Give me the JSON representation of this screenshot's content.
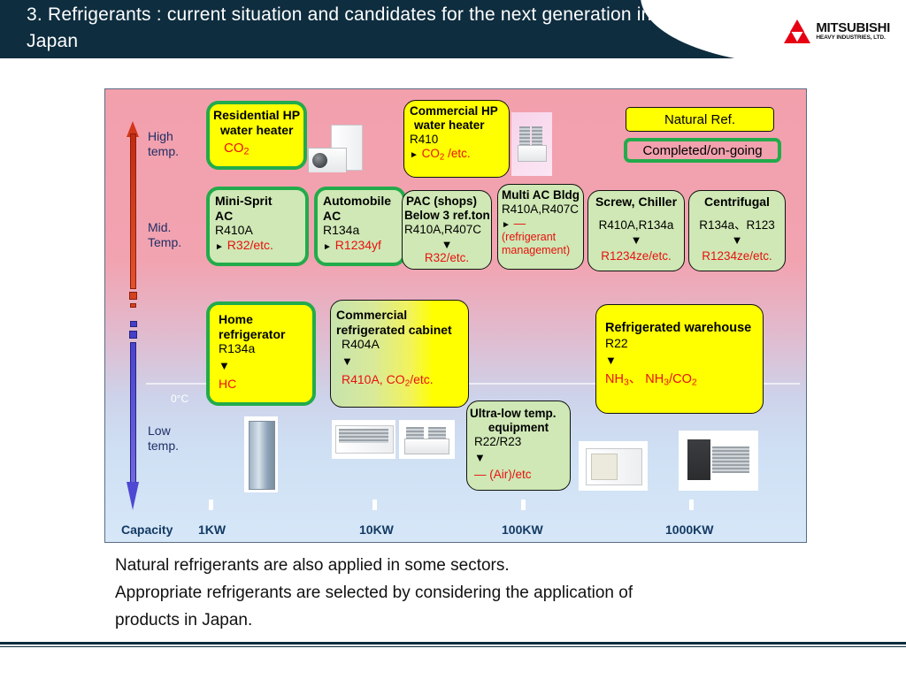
{
  "header": {
    "title": "3. Refrigerants : current situation and candidates for the next\n   generation in Japan",
    "logo_name": "MITSUBISHI",
    "logo_sub": "HEAVY INDUSTRIES, LTD."
  },
  "axes": {
    "high_temp": "High\ntemp.",
    "mid_temp": "Mid.\nTemp.",
    "low_temp": "Low\ntemp.",
    "zero_c": "0°C",
    "capacity_title": "Capacity",
    "capacity_ticks": [
      "1KW",
      "10KW",
      "100KW",
      "1000KW"
    ]
  },
  "legend": {
    "natural_ref": "Natural Ref.",
    "completed": "Completed/on-going"
  },
  "boxes": [
    {
      "id": "residential-hp",
      "title": "Residential HP",
      "title2": "water heater",
      "current": "",
      "future": "CO2",
      "style": "yellow-green"
    },
    {
      "id": "commercial-hp",
      "title": "Commercial HP",
      "title2": "water heater",
      "current": "R410",
      "future": "CO2 /etc.",
      "style": "yellow-black"
    },
    {
      "id": "mini-split-ac",
      "title": "Mini-Sprit",
      "title2": "AC",
      "current": "R410A",
      "future": "R32/etc.",
      "style": "green-green"
    },
    {
      "id": "automobile-ac",
      "title": "Automobile",
      "title2": "AC",
      "current": "R134a",
      "future": "R1234yf",
      "style": "green-green"
    },
    {
      "id": "pac-shops",
      "title": "PAC (shops)",
      "title2": "Below 3 ref.ton",
      "current": "R410A,R407C",
      "future": "R32/etc.",
      "style": "green-black"
    },
    {
      "id": "multi-ac-bldg",
      "title": "Multi AC Bldg",
      "title2": "",
      "current": "R410A,R407C",
      "future": "—",
      "note1": "(refrigerant",
      "note2": "management)",
      "style": "green-black"
    },
    {
      "id": "screw-chiller",
      "title": "Screw, Chiller",
      "title2": "",
      "current": "R410A,R134a",
      "future": "R1234ze/etc.",
      "style": "green-black"
    },
    {
      "id": "centrifugal",
      "title": "Centrifugal",
      "title2": "",
      "current": "R134a、R123",
      "future": "R1234ze/etc.",
      "style": "green-black"
    },
    {
      "id": "home-refrigerator",
      "title": "Home",
      "title2": "refrigerator",
      "current": "R134a",
      "future": "HC",
      "style": "yellow-green"
    },
    {
      "id": "commercial-refrigerated-cabinet",
      "title": "Commercial",
      "title2": "refrigerated cabinet",
      "current": "R404A",
      "future": "R410A, CO2/etc.",
      "style": "gradient-green-yellow"
    },
    {
      "id": "ultra-low-temp-equipment",
      "title": "Ultra-low temp.",
      "title2": "equipment",
      "current": "R22/R23",
      "future": "—  (Air)/etc",
      "style": "green-black"
    },
    {
      "id": "refrigerated-warehouse",
      "title": "Refrigerated warehouse",
      "title2": "",
      "current": "R22",
      "future": "NH3、 NH3/CO2",
      "style": "yellow-black"
    }
  ],
  "caption": {
    "line1": "Natural refrigerants are also applied in some sectors.",
    "line2": "Appropriate refrigerants are selected by considering the application of",
    "line3": "products in Japan."
  }
}
